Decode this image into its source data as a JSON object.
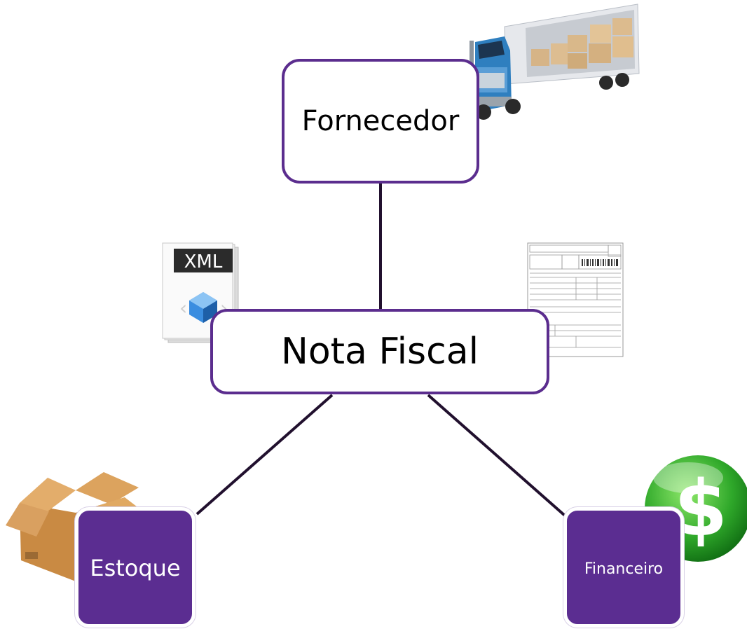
{
  "nodes": {
    "fornecedor": "Fornecedor",
    "nota_fiscal": "Nota Fiscal",
    "estoque": "Estoque",
    "financeiro": "Financeiro"
  },
  "icons": {
    "xml_badge": "XML",
    "currency_symbol": "$"
  },
  "colors": {
    "node_border": "#5b2d8e",
    "node_fill": "#5b2d91",
    "connector": "#21102e"
  }
}
